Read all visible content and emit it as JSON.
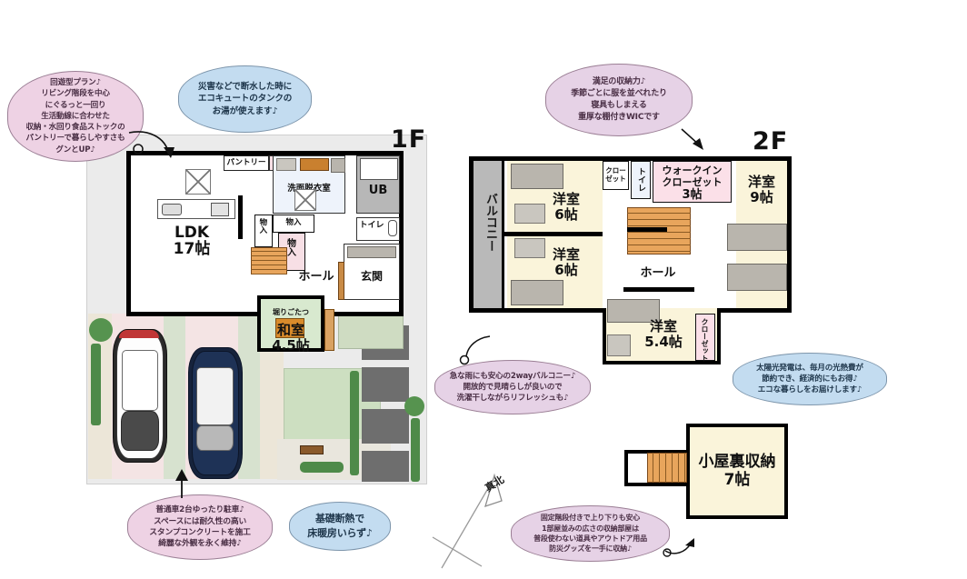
{
  "document": {
    "type": "real-estate-floor-plan",
    "north_marker": "真北"
  },
  "floors": [
    {
      "id": "1f",
      "label": "1F",
      "rooms": [
        {
          "name": "LDK",
          "size": "17帖",
          "name_en": "living-dining-kitchen"
        },
        {
          "name": "和室",
          "size": "4.5帖",
          "name_en": "japanese-room"
        },
        {
          "name": "ホール",
          "size": "",
          "name_en": "hall"
        },
        {
          "name": "玄関",
          "size": "",
          "name_en": "entrance"
        },
        {
          "name": "洗面脱衣室",
          "size": "",
          "name_en": "washroom-changing"
        },
        {
          "name": "UB",
          "size": "",
          "name_en": "unit-bath"
        },
        {
          "name": "トイレ",
          "size": "",
          "name_en": "toilet"
        },
        {
          "name": "パントリー",
          "size": "",
          "name_en": "pantry"
        }
      ],
      "closets": [
        "物入",
        "物入",
        "物入"
      ],
      "features": [
        "堀りごたつ"
      ]
    },
    {
      "id": "2f",
      "label": "2F",
      "rooms": [
        {
          "name": "洋室",
          "size": "6帖",
          "name_en": "western-room-a"
        },
        {
          "name": "洋室",
          "size": "6帖",
          "name_en": "western-room-b"
        },
        {
          "name": "洋室",
          "size": "9帖",
          "name_en": "western-room-c"
        },
        {
          "name": "洋室",
          "size": "5.4帖",
          "name_en": "western-room-d"
        },
        {
          "name": "ウォークイン\nクローゼット",
          "size": "3帖",
          "name_en": "walk-in-closet"
        },
        {
          "name": "ホール",
          "size": "",
          "name_en": "hall"
        },
        {
          "name": "バルコニー",
          "size": "",
          "name_en": "balcony"
        },
        {
          "name": "トイレ",
          "size": "",
          "name_en": "toilet"
        }
      ],
      "closets": [
        "クローゼット",
        "クローゼット",
        "クローゼット"
      ]
    },
    {
      "id": "attic",
      "label": "",
      "rooms": [
        {
          "name": "小屋裏収納",
          "size": "7帖",
          "name_en": "attic-storage"
        }
      ]
    }
  ],
  "bubbles": [
    {
      "id": "bubble-kaiyu-plan",
      "color": "pink",
      "text": "回遊型プラン♪\nリビング階段を中心\nにぐるっと一回り\n生活動線に合わせた\n収納・水回り食品ストックの\nパントリーで暮らしやすさも\nグンとUP♪"
    },
    {
      "id": "bubble-ecocute",
      "color": "blue",
      "text": "災害などで断水した時に\nエコキュートのタンクの\nお湯が使えます♪"
    },
    {
      "id": "bubble-storage-wic",
      "color": "pink2",
      "text": "満足の収納力♪\n季節ごとに服を並べれたり\n寝具もしまえる\n重厚な棚付きWICです"
    },
    {
      "id": "bubble-balcony-2way",
      "color": "pink2",
      "text": "急な雨にも安心の2wayバルコニー♪\n開放的で見晴らしが良いので\n洗濯干しながらリフレッシュも♪"
    },
    {
      "id": "bubble-solar",
      "color": "blue",
      "text": "太陽光発電は、毎月の光熱費が\n節約でき、経済的にもお得♪\nエコな暮らしをお届けします♪"
    },
    {
      "id": "bubble-parking",
      "color": "pink",
      "text": "普通車2台ゆったり駐車♪\nスペースには耐久性の高い\nスタンプコンクリートを施工\n綺麗な外観を永く維持♪"
    },
    {
      "id": "bubble-foundation",
      "color": "blue",
      "text": "基礎断熱で\n床暖房いらず♪"
    },
    {
      "id": "bubble-attic",
      "color": "pink2",
      "text": "固定階段付きで上り下りも安心\n1部屋並みの広さの収納部屋は\n普段使わない道具やアウトドア用品\n防災グッズを一手に収納♪"
    }
  ],
  "colors": {
    "wall": "#000000",
    "room_cream": "#faf4da",
    "tatami_green": "#d8e9cf",
    "wic_pink": "#fbe0e8",
    "bath_gray": "#b7b7b7",
    "stairs_orange": "#e8a55c",
    "balcony_gray": "#b9b9b9",
    "site_gray": "#ebebeb",
    "paving_pink": "#f4e4e4",
    "lawn_green": "#cddfc1",
    "car_white": "#ffffff",
    "car_blue": "#1e3256",
    "bubble_pink": "#eed2e4",
    "bubble_blue": "#c3dcf0",
    "stepping_stone": "#6e6e6e"
  }
}
